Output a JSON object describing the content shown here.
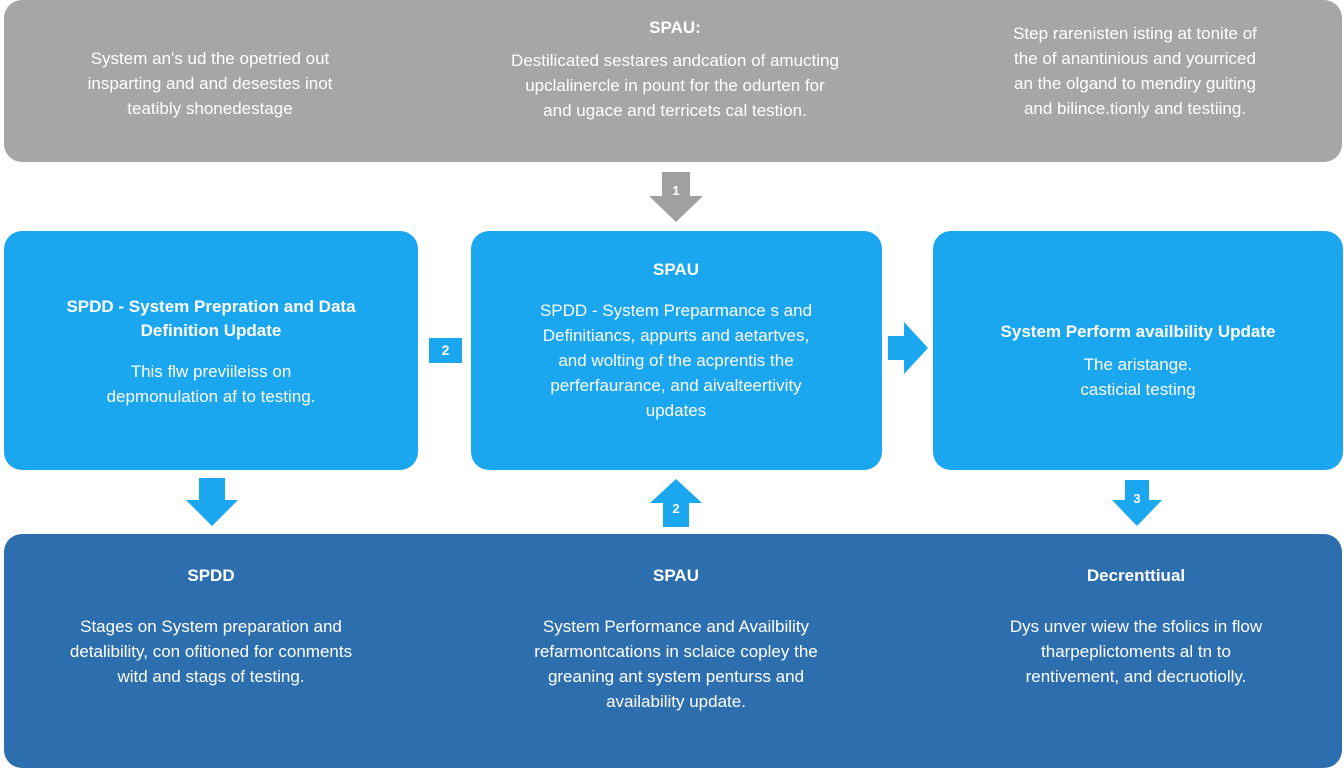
{
  "top": {
    "left": {
      "body": "System an's ud the opetried out\ninsparting and and desestes inot\nteatibly shonedestage"
    },
    "center": {
      "title": "SPAU:",
      "body": "Destilicated sestares andcation of amucting\nupclalinercle in pount for the odurten for\nand ugace and terricets cal testion."
    },
    "right": {
      "body": "Step rarenisten isting at tonite of\nthe of anantinious and yourriced\nan the olgand to mendiry guiting\nand bilince.tionly and testiing."
    }
  },
  "middle": {
    "left": {
      "title": "SPDD - System Prepration and Data\nDefinition Update",
      "body": "This flw previileiss on\ndepmonulation af to testing."
    },
    "center": {
      "title": "SPAU",
      "body": "SPDD - System Preparmance s and\nDefinitiancs, appurts and aetartves,\nand wolting of the acprentis the\nperferfaurance, and aivalteertivity\nupdates"
    },
    "right": {
      "title": "System Perform availbility Update",
      "body": "The aristange.\ncasticial testing"
    }
  },
  "bottom": {
    "left": {
      "title": "SPDD",
      "body": "Stages on System preparation and\ndetalibility, con ofitioned for conments\nwitd and stags of testing."
    },
    "center": {
      "title": "SPAU",
      "body": "System Performance and Availbility\nrefarmontcations in sclaice copley the\ngreaning ant system penturss and\navailability update."
    },
    "right": {
      "title": "Decrenttiual",
      "body": "Dys unver wiew the sfolics in flow\ntharpeplictoments al tn to\nrentivement, and decruotiolly."
    }
  },
  "arrows": {
    "top_down": "1",
    "middle_badge": "2",
    "up_center": "2",
    "down_right": "3"
  },
  "colors": {
    "top_band": "#a6a6a6",
    "middle_boxes": "#1aa7f0",
    "bottom_band": "#2d6fae",
    "gray_arrow": "#a0a0a0"
  }
}
